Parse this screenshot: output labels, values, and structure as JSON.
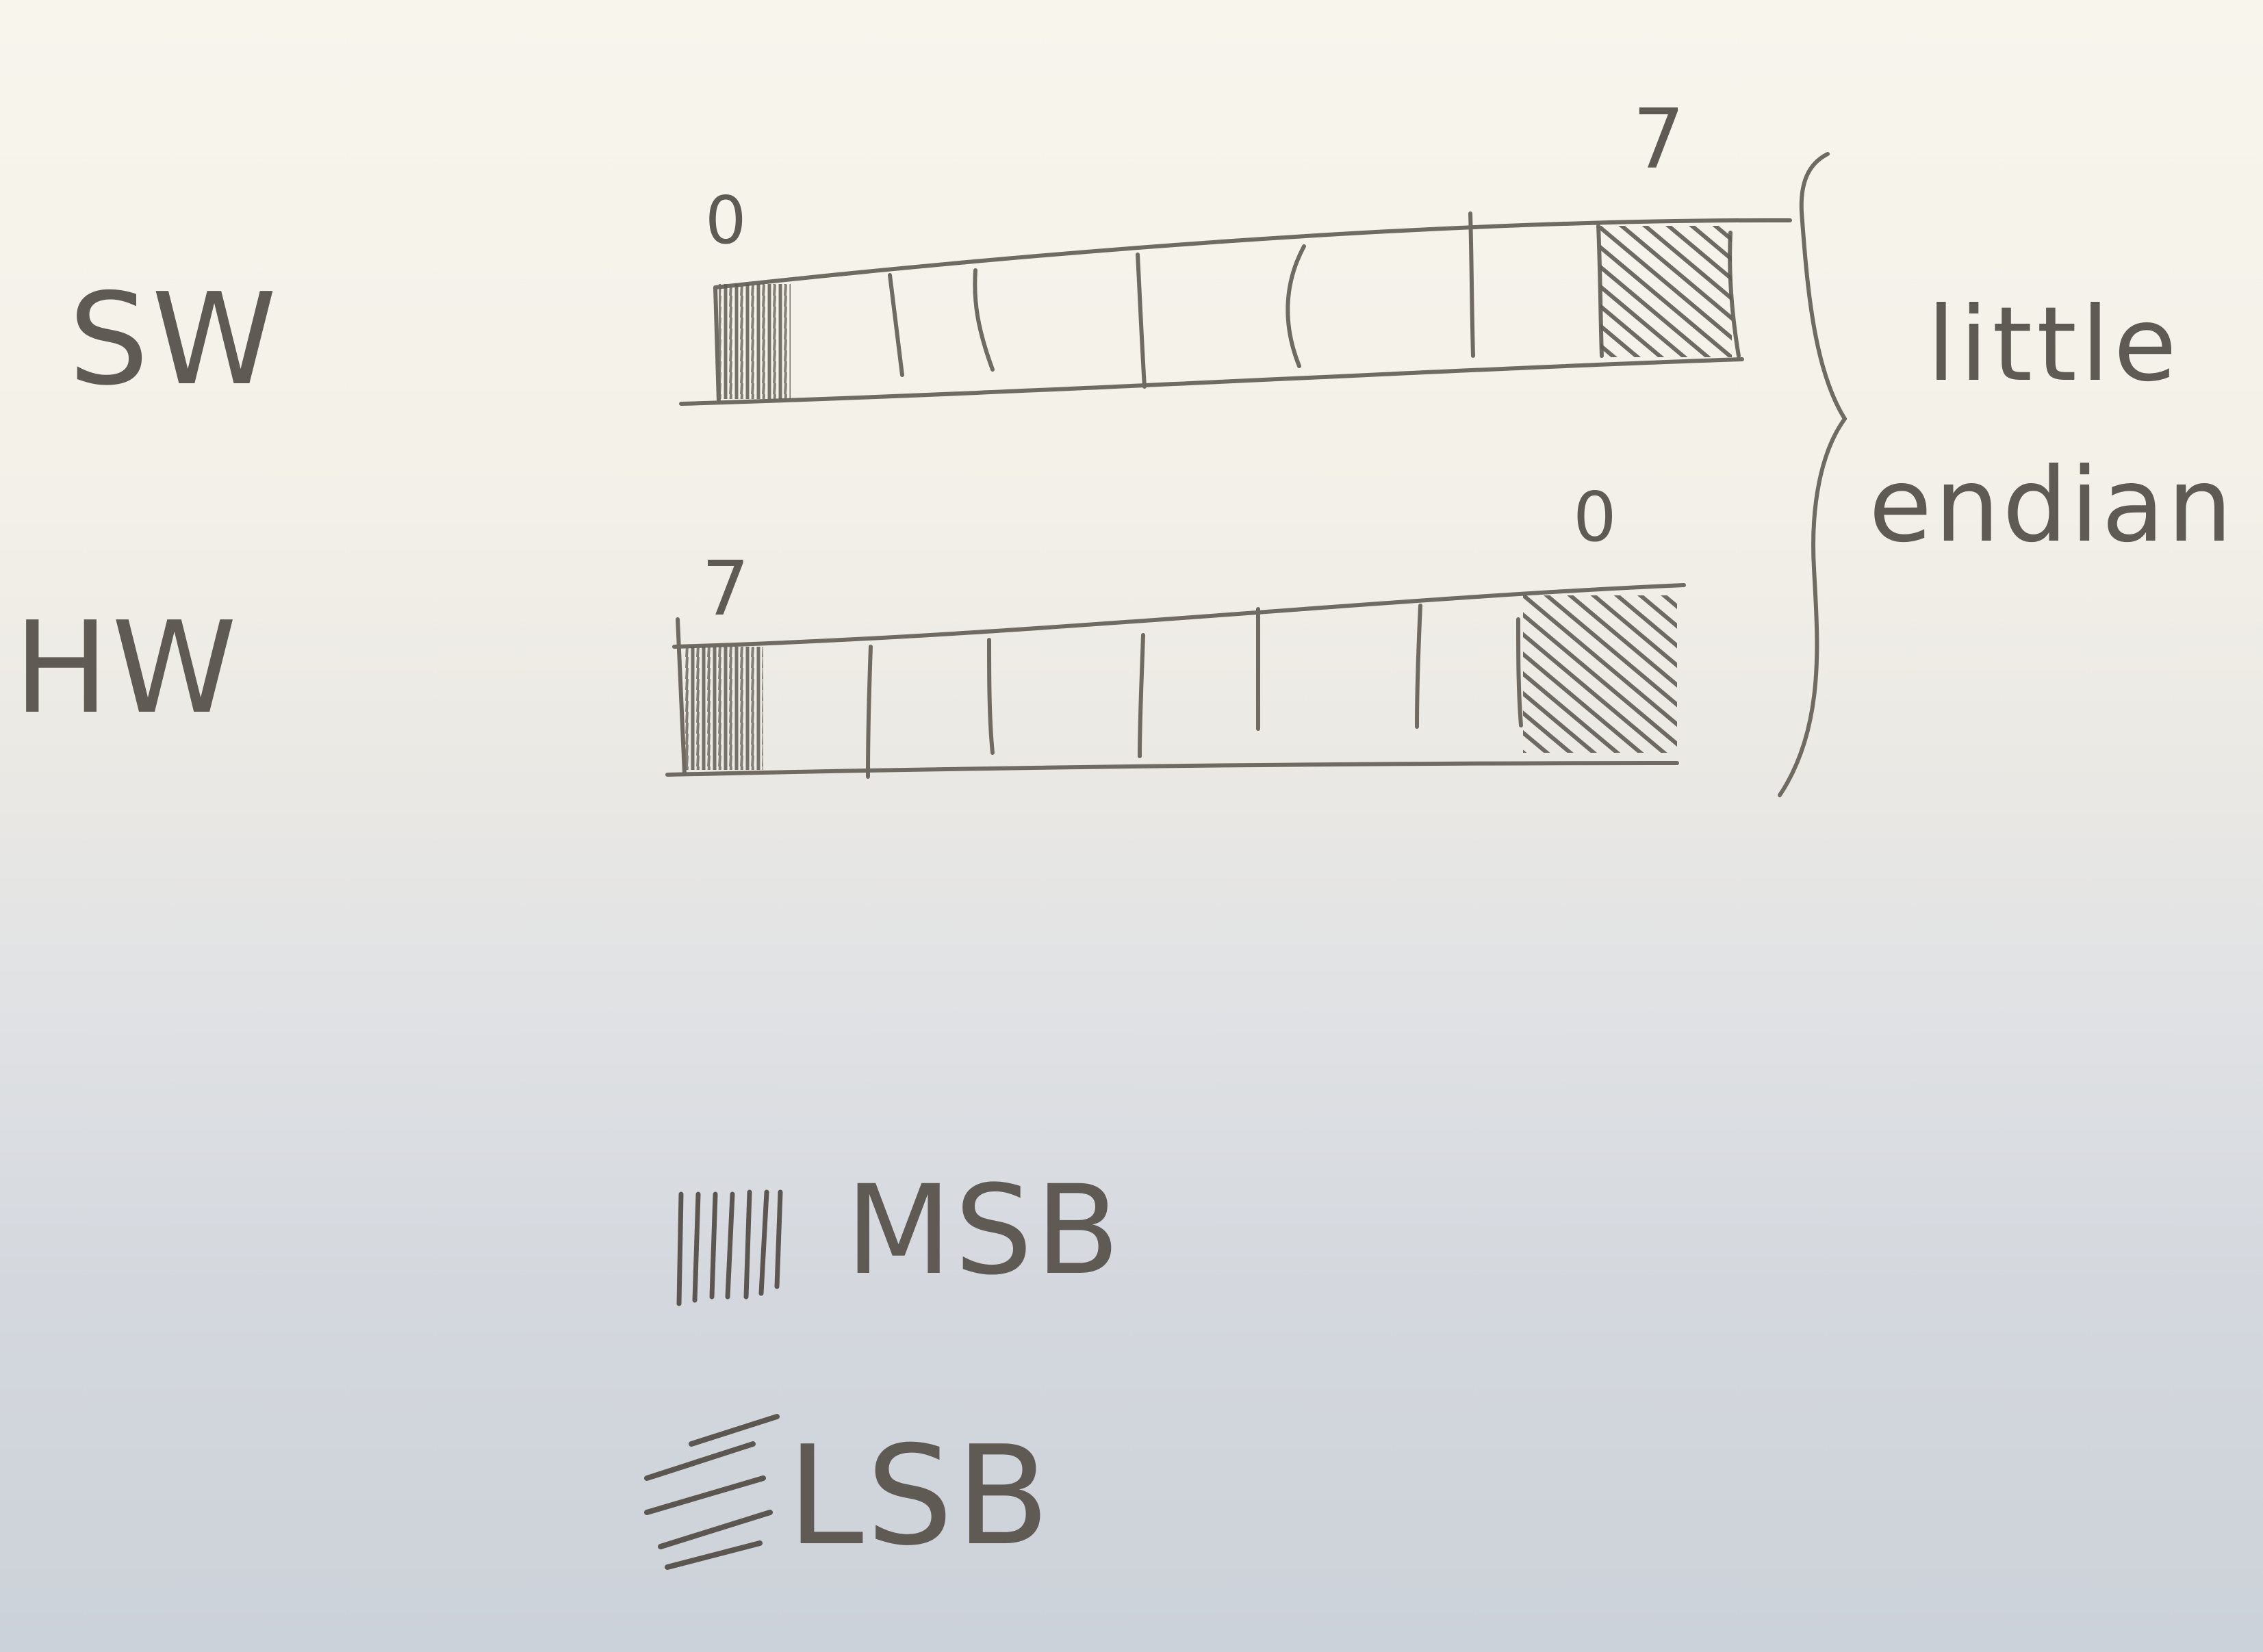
{
  "rows": [
    {
      "name": "SW",
      "first_index": "0",
      "last_index": "7"
    },
    {
      "name": "HW",
      "first_index": "7",
      "last_index": "0"
    }
  ],
  "bracket_label": {
    "line1": "little",
    "line2": "endian"
  },
  "legend": {
    "msb": "MSB",
    "lsb": "LSB"
  },
  "colors": {
    "pencil": "#6f6b62",
    "paper": "#f5f3ea"
  }
}
